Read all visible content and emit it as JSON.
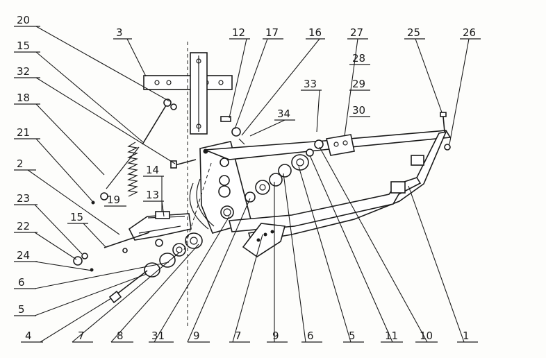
{
  "labels": {
    "n20": "20",
    "n3": "3",
    "n12": "12",
    "n17": "17",
    "n16": "16",
    "n27": "27",
    "n25": "25",
    "n26": "26",
    "n15a": "15",
    "n28": "28",
    "n32": "32",
    "n29": "29",
    "n30": "30",
    "n33": "33",
    "n18": "18",
    "n34": "34",
    "n21": "21",
    "n2": "2",
    "n14": "14",
    "n19": "19",
    "n13": "13",
    "n23": "23",
    "n15b": "15",
    "n22": "22",
    "n24": "24",
    "n6a": "6",
    "n5a": "5",
    "n4": "4",
    "n7a": "7",
    "n8": "8",
    "n31": "31",
    "n9a": "9",
    "n7b": "7",
    "n9b": "9",
    "n6b": "6",
    "n5b": "5",
    "n11": "11",
    "n10": "10",
    "n1": "1"
  }
}
